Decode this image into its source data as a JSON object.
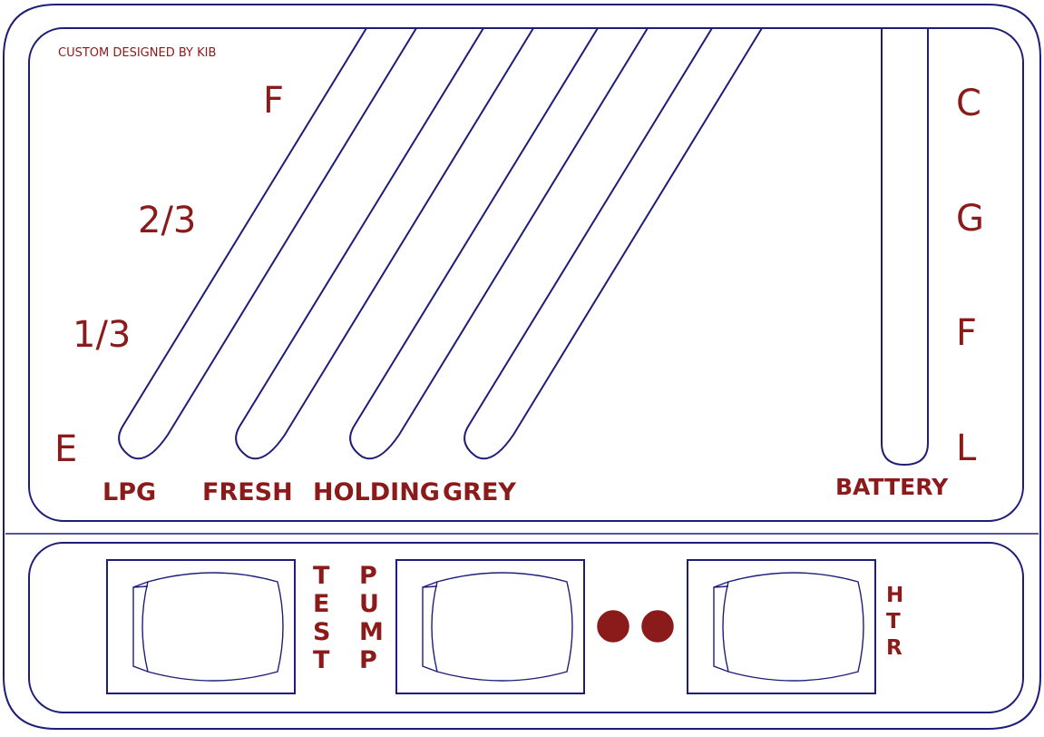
{
  "panel": {
    "credit": "CUSTOM DESIGNED BY KIB",
    "tank_scale": [
      "F",
      "2/3",
      "1/3",
      "E"
    ],
    "tanks": [
      "LPG",
      "FRESH",
      "HOLDING",
      "GREY"
    ],
    "battery": {
      "label": "BATTERY",
      "scale": [
        "C",
        "G",
        "F",
        "L"
      ]
    },
    "switches": {
      "test": [
        "T",
        "E",
        "S",
        "T"
      ],
      "pump": [
        "P",
        "U",
        "M",
        "P"
      ],
      "htr": [
        "H",
        "T",
        "R"
      ]
    }
  },
  "colors": {
    "outline": "#1e1e78",
    "label": "#8b1a1a",
    "background": "#ffffff"
  }
}
